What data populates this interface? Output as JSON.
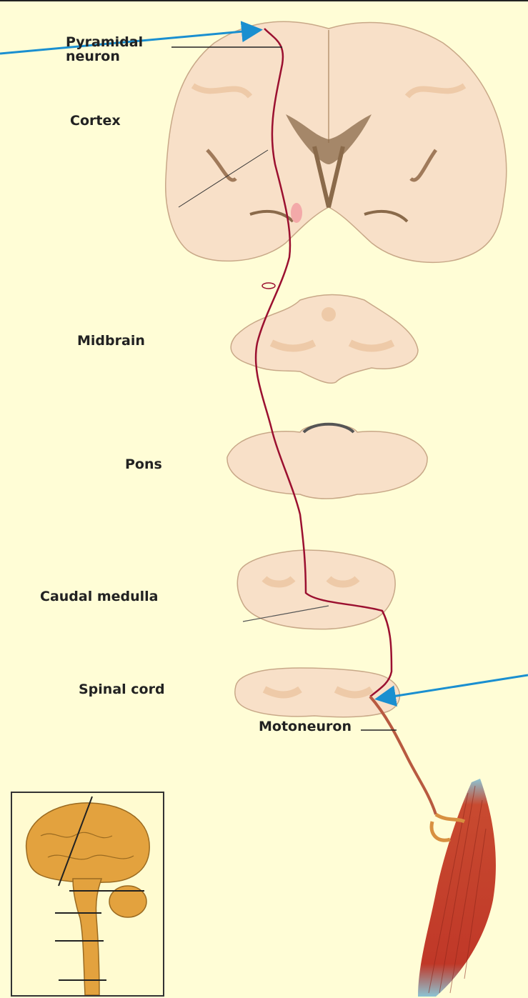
{
  "labels": {
    "pyramidal_neuron_1": "Pyramidal",
    "pyramidal_neuron_2": "neuron",
    "cortex": "Cortex",
    "midbrain": "Midbrain",
    "pons": "Pons",
    "caudal_medulla": "Caudal medulla",
    "spinal_cord": "Spinal cord",
    "motoneuron": "Motoneuron"
  },
  "colors": {
    "background": "#fffdd6",
    "tissue": "#f8e0c8",
    "tissue_shade": "#eecaa8",
    "tract": "#9b1030",
    "pointer_arrow": "#1a8fd0",
    "muscle": "#c83a28",
    "tendon": "#7fb8c8",
    "inset_brain": "#e0a040"
  }
}
